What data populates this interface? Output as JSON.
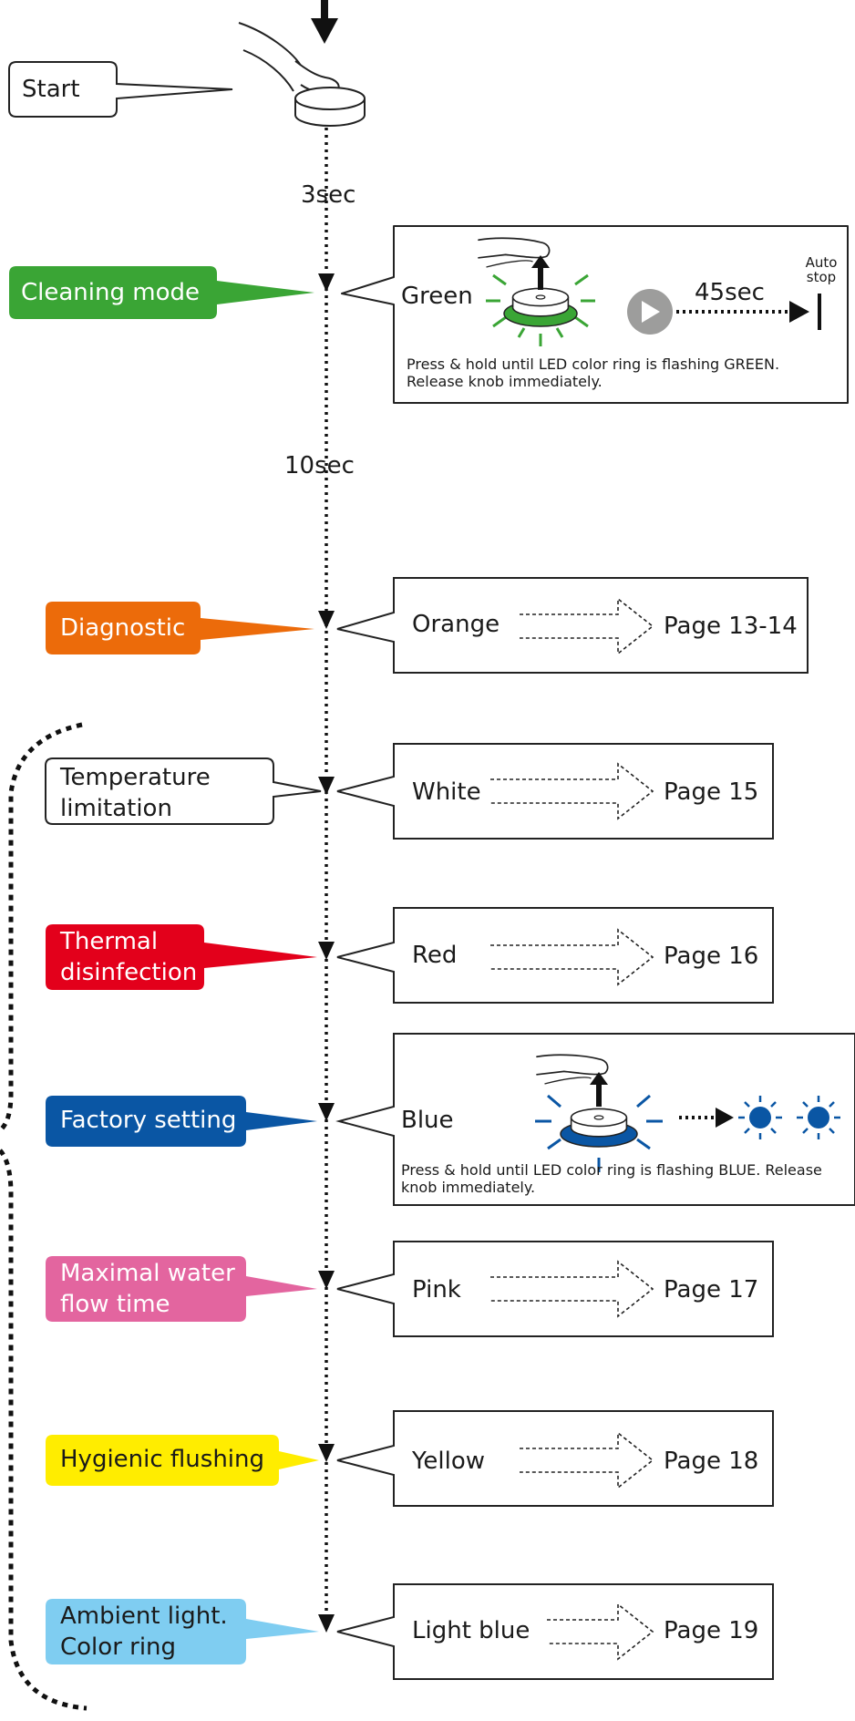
{
  "start": {
    "label": "Start"
  },
  "timings": {
    "t1": "3sec",
    "t2": "10sec"
  },
  "modes": [
    {
      "id": "cleaning",
      "label": "Cleaning mode",
      "color": "#3aa535",
      "box_color_name": "Green",
      "duration": "45sec",
      "end_label": "Auto stop",
      "instruction": "Press & hold until LED color ring is flashing GREEN. Release knob immediately."
    },
    {
      "id": "diagnostic",
      "label": "Diagnostic",
      "color": "#ec6b0a",
      "box_color_name": "Orange",
      "page": "Page 13-14"
    },
    {
      "id": "temperature",
      "label": "Temperature limitation",
      "color": "#ffffff",
      "box_color_name": "White",
      "page": "Page 15"
    },
    {
      "id": "thermal",
      "label": "Thermal disinfection",
      "color": "#e3001b",
      "box_color_name": "Red",
      "page": "Page 16"
    },
    {
      "id": "factory",
      "label": "Factory setting",
      "color": "#0a56a4",
      "box_color_name": "Blue",
      "instruction": "Press & hold until LED color ring is flashing BLUE. Release knob immediately."
    },
    {
      "id": "maximal",
      "label": "Maximal water flow time",
      "color": "#e3659f",
      "box_color_name": "Pink",
      "page": "Page 17"
    },
    {
      "id": "hygienic",
      "label": "Hygienic flushing",
      "color": "#ffed00",
      "box_color_name": "Yellow",
      "page": "Page 18"
    },
    {
      "id": "ambient",
      "label": "Ambient light. Color ring",
      "color": "#7fcdf1",
      "box_color_name": "Light blue",
      "page": "Page 19"
    }
  ],
  "icons": [
    "arrow-down-icon",
    "finger-press-icon",
    "knob-icon",
    "play-icon",
    "blink-led-icon"
  ]
}
